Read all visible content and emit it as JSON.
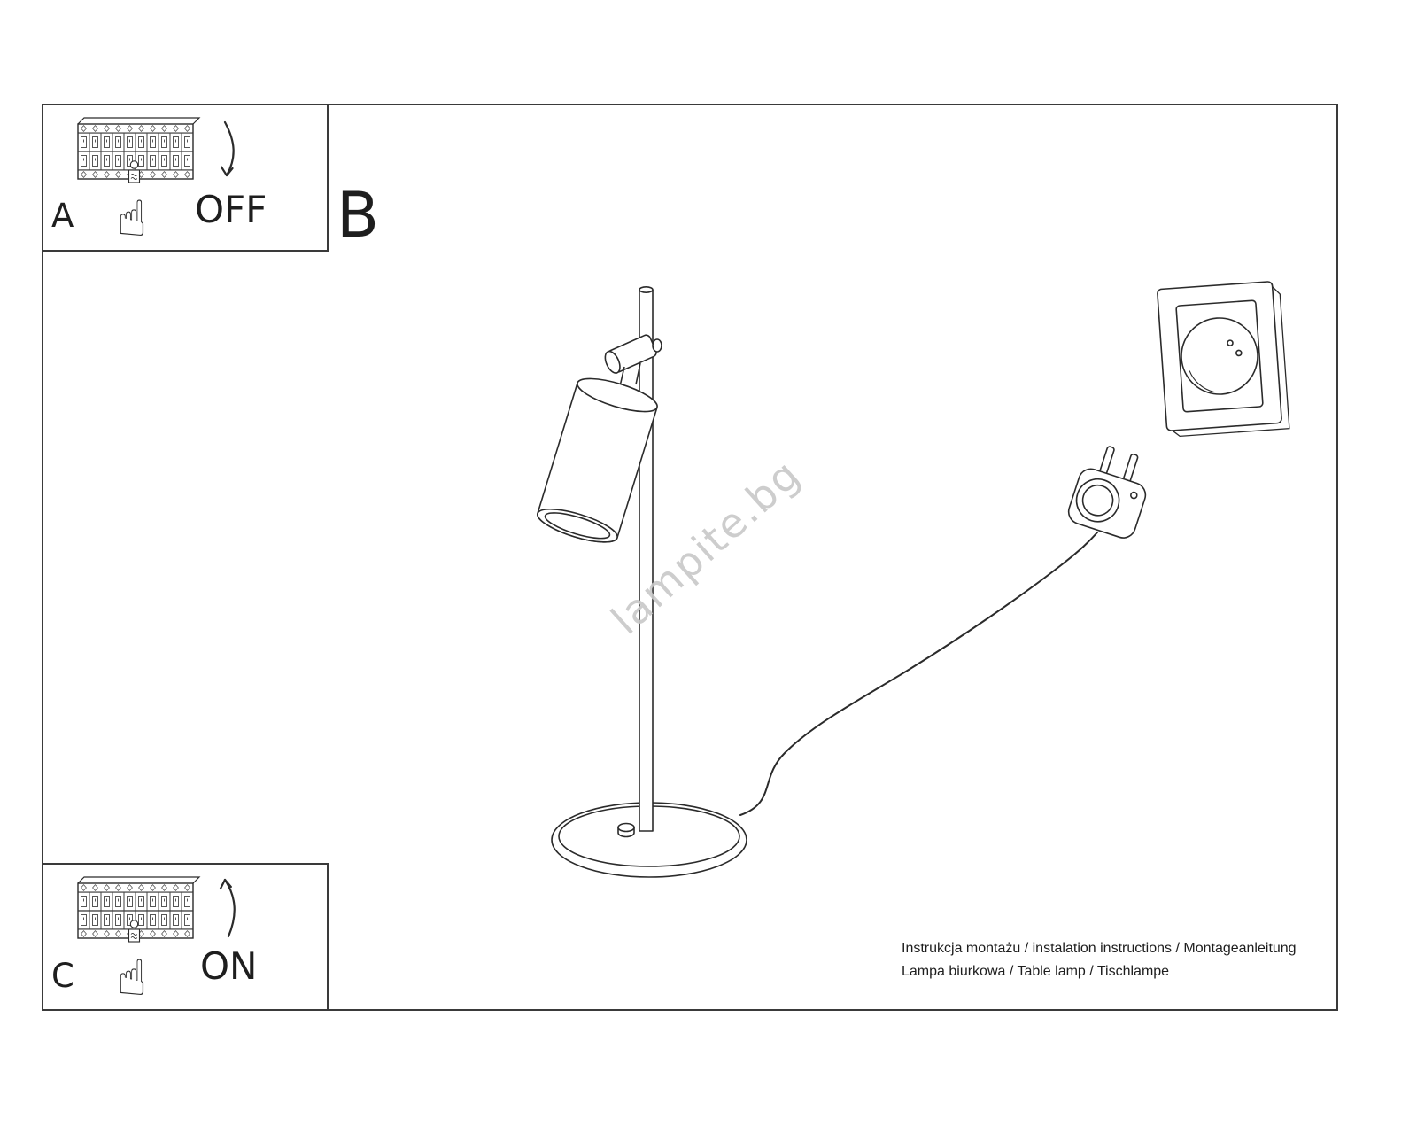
{
  "colors": {
    "line": "#2b2b2b",
    "watermark": "#c8c8c8",
    "background": "#ffffff"
  },
  "panels": {
    "a": {
      "label": "A",
      "state": "OFF"
    },
    "b": {
      "label": "B"
    },
    "c": {
      "label": "C",
      "state": "ON"
    }
  },
  "watermark": {
    "text": "lampite.bg"
  },
  "footer": {
    "line1": "Instrukcja montażu / instalation instructions / Montageanleitung",
    "line2": "Lampa biurkowa / Table lamp / Tischlampe"
  },
  "icons": {
    "pointing_hand": "☝",
    "flip_down_arrow": "curved-arrow-down",
    "flip_up_arrow": "curved-arrow-up"
  }
}
